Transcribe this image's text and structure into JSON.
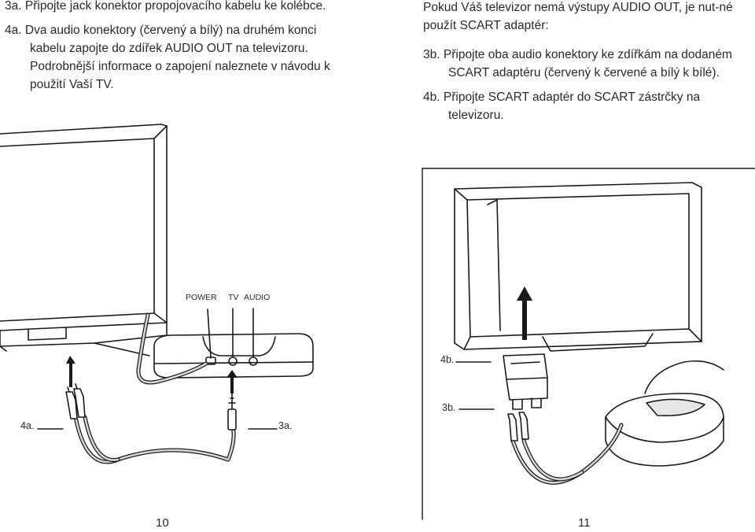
{
  "left": {
    "steps": [
      {
        "num": "3a.",
        "text": "Připojte jack konektor propojovacího kabelu ke kolébce."
      },
      {
        "num": "4a.",
        "text": "Dva audio konektory (červený a bílý) na druhém konci kabelu zapojte do zdířek AUDIO OUT na televizoru. Podrobnější informace o zapojení naleznete v návodu k použití Vaší TV."
      }
    ],
    "labels": {
      "power": "POWER",
      "tv": "TV",
      "audio": "AUDIO",
      "callout_4a": "4a.",
      "callout_3a": "3a."
    },
    "page_number": "10"
  },
  "right": {
    "intro": "Pokud Váš televizor nemá výstupy AUDIO OUT, je nut-né použít SCART adaptér:",
    "steps": [
      {
        "num": "3b.",
        "text": "Připojte oba audio konektory ke zdířkám na dodaném SCART adaptéru (červený k červené a bílý k bílé)."
      },
      {
        "num": "4b.",
        "text": "Připojte SCART adaptér do SCART zástrčky na televizoru."
      }
    ],
    "labels": {
      "callout_4b": "4b.",
      "callout_3b": "3b."
    },
    "page_number": "11"
  },
  "colors": {
    "text": "#2a2a2a",
    "line": "#1a1a1a",
    "gray": "#d9d9d9"
  }
}
